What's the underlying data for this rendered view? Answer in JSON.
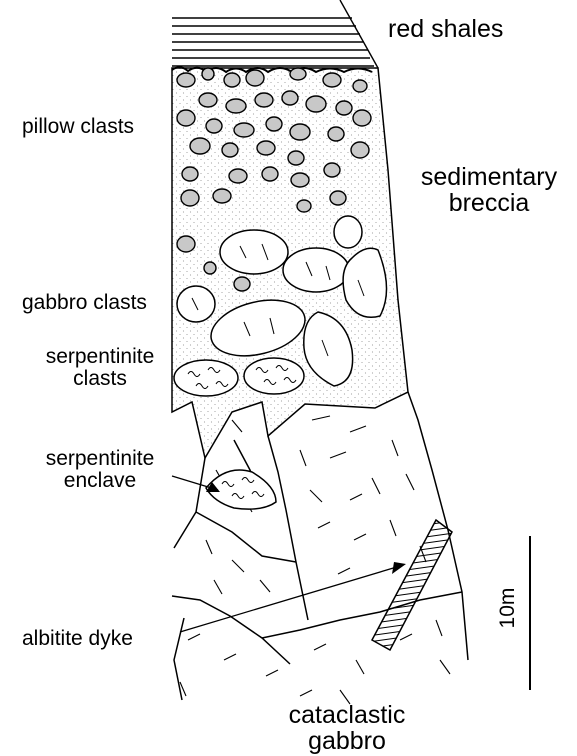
{
  "labels": {
    "red_shales": "red shales",
    "sedimentary_breccia_1": "sedimentary",
    "sedimentary_breccia_2": "breccia",
    "pillow_clasts": "pillow clasts",
    "gabbro_clasts": "gabbro clasts",
    "serpentinite_clasts_1": "serpentinite",
    "serpentinite_clasts_2": "clasts",
    "serpentinite_enclave_1": "serpentinite",
    "serpentinite_enclave_2": "enclave",
    "albitite_dyke": "albitite dyke",
    "cataclastic_gabbro_1": "cataclastic",
    "cataclastic_gabbro_2": "gabbro"
  },
  "scale_bar": {
    "label": "10m"
  },
  "colors": {
    "clast_fill": "#c8c8c8",
    "line": "#000000",
    "stipple": "#888888"
  }
}
